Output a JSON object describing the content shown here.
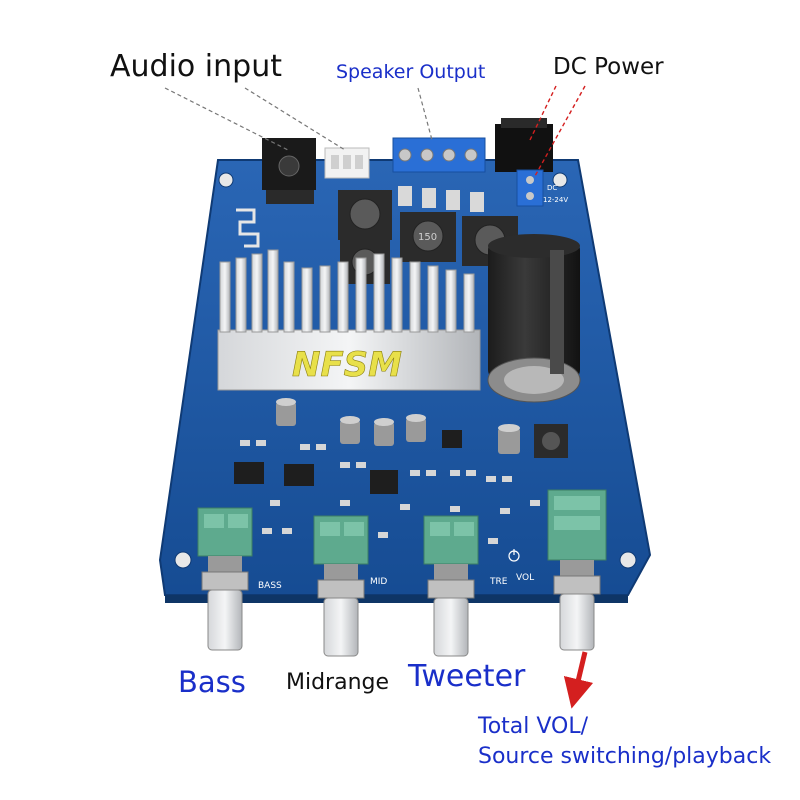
{
  "labels": {
    "audio_input": "Audio input",
    "speaker_output": "Speaker Output",
    "dc_power": "DC Power",
    "bass": "Bass",
    "midrange": "Midrange",
    "tweeter": "Tweeter",
    "total_vol_line1": "Total VOL/",
    "total_vol_line2": "Source switching/playback"
  },
  "board": {
    "watermark": "NFSM",
    "silk_bass": "BASS",
    "silk_mid": "MID",
    "silk_tre": "TRE",
    "silk_vol": "VOL",
    "silk_dc": "DC",
    "silk_voltage": "12-24V",
    "inductor_code": "150"
  },
  "colors": {
    "pcb": "#1d57a6",
    "label_blue": "#1a2fc9",
    "pointer_red": "#d41f1f",
    "terminal_blue": "#2a6fd6",
    "pot_green": "#5eaa8e"
  }
}
